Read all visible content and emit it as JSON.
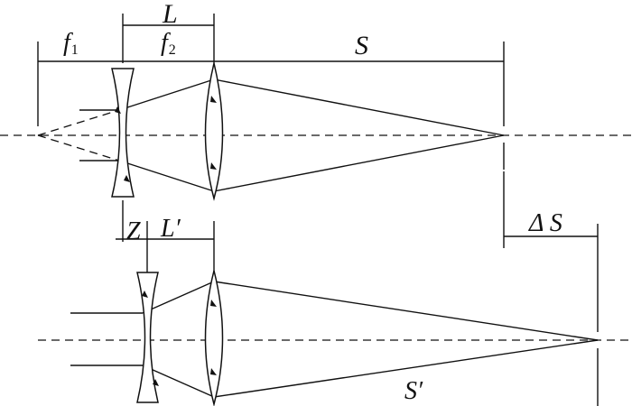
{
  "diagram": {
    "upper_labels": {
      "f1": "f",
      "f1_sub": "1",
      "f2": "f",
      "f2_sub": "2",
      "L": "L",
      "S": "S"
    },
    "lower_labels": {
      "Z": "Z",
      "L_prime": "L′",
      "delta_S": "Δ S",
      "S_prime": "S′"
    }
  }
}
